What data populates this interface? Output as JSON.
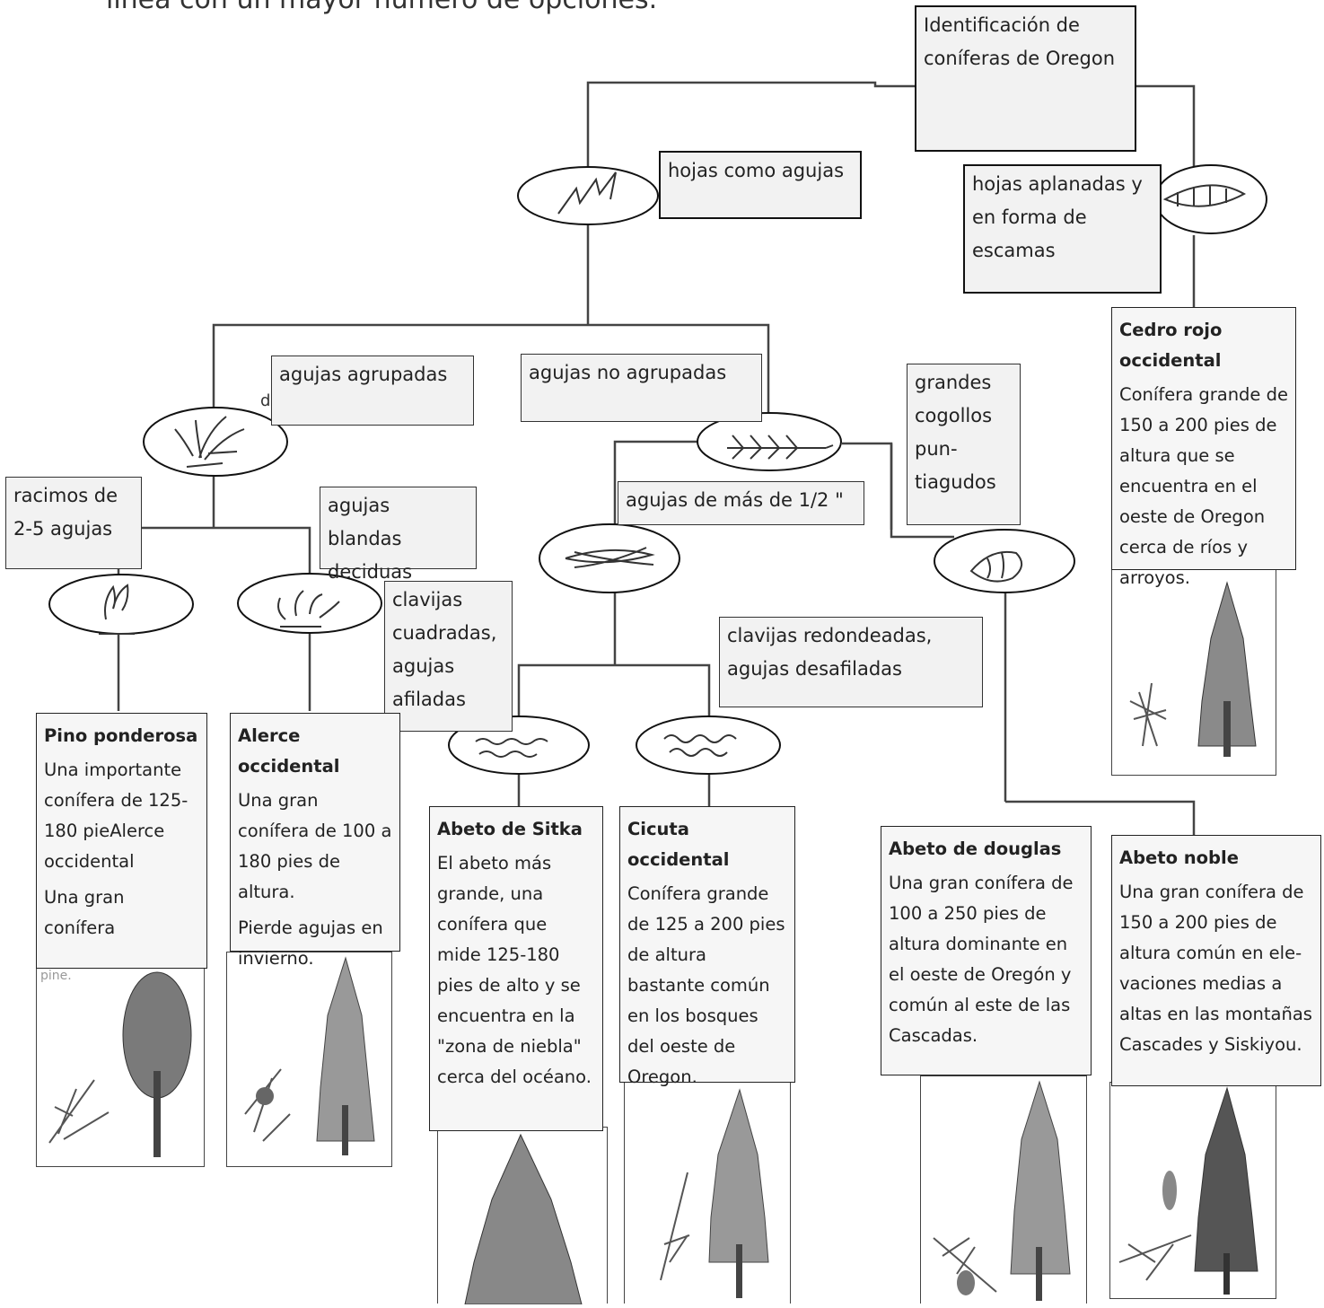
{
  "top_fragment": "línea con un mayor número de opciones.",
  "root": "Identificación de\nconíferas de Oregon",
  "labels": {
    "needle_like": "hojas como agujas",
    "scale_like": "hojas aplanadas y\nen forma de\nescamas",
    "clustered": "agujas agrupadas",
    "not_clustered": "agujas no agrupadas",
    "big_buds": "grandes\ncogollos\npun-\ntiagudos",
    "clusters_2_5": "racimos de\n2-5 agujas",
    "soft_deciduous": "agujas blandas\ndeciduas",
    "over_half_inch": "agujas de más de 1/2 \"",
    "square_pegs": "clavijas\ncuadradas,\nagujas\n    afiladas",
    "round_pegs": " clavijas redondeadas,\nagujas desafiladas",
    "stray_d": "d",
    "stray_pine": "pine."
  },
  "cards": {
    "cedar": {
      "title": "Cedro rojo occidental",
      "text": "Conífera grande de 150 a 200 pies de altura que se encuentra en el oeste de Oregon cerca de ríos y arroyos."
    },
    "ponderosa": {
      "title": "Pino ponderosa",
      "text1": "Una importante conífera de 125-180 pieAlerce occidental",
      "text2": "Una gran conífera"
    },
    "larch": {
      "title": "Alerce occidental",
      "text1": "Una gran conífera de 100 a 180 pies de altura.",
      "text2": "Pierde agujas en invierno."
    },
    "sitka": {
      "title": "Abeto de Sitka",
      "text": "El abeto más grande, una conífera que mide 125-180 pies de alto y se encuentra en la \"zona de niebla\" cerca del océano."
    },
    "hemlock": {
      "title": "Cicuta occidental",
      "text": "Conífera grande de 125 a 200 pies de altura bastante común en los bosques del oeste de Oregon."
    },
    "douglas": {
      "title": "Abeto de douglas",
      "text": "Una gran conífera de 100 a 250 pies de altura dominante en el oeste de Oregón y común al este de las Cascadas."
    },
    "noble": {
      "title": "Abeto noble",
      "text": "Una gran conífera de 150 a 200 pies de altura común en ele-vaciones medias a altas en las montañas Cascades y Siskiyou."
    }
  }
}
